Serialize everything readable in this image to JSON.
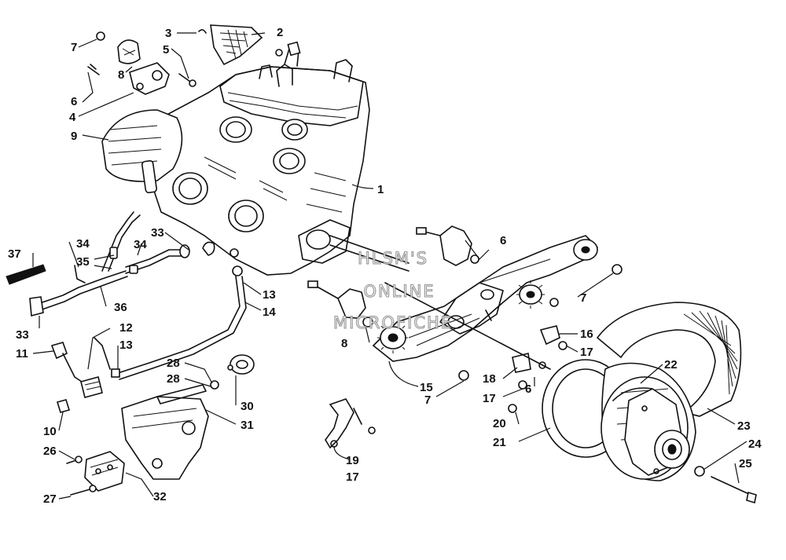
{
  "watermark": {
    "line1": "HLSM'S",
    "line2": "ONLINE",
    "line3": "MICROFICHE"
  },
  "callouts": [
    {
      "id": "c1",
      "text": "1"
    },
    {
      "id": "c2",
      "text": "2"
    },
    {
      "id": "c3",
      "text": "3"
    },
    {
      "id": "c4",
      "text": "4"
    },
    {
      "id": "c5",
      "text": "5"
    },
    {
      "id": "c6a",
      "text": "6"
    },
    {
      "id": "c6b",
      "text": "6"
    },
    {
      "id": "c6c",
      "text": "6"
    },
    {
      "id": "c7a",
      "text": "7"
    },
    {
      "id": "c7b",
      "text": "7"
    },
    {
      "id": "c7c",
      "text": "7"
    },
    {
      "id": "c8a",
      "text": "8"
    },
    {
      "id": "c8b",
      "text": "8"
    },
    {
      "id": "c9",
      "text": "9"
    },
    {
      "id": "c10",
      "text": "10"
    },
    {
      "id": "c11",
      "text": "11"
    },
    {
      "id": "c12",
      "text": "12"
    },
    {
      "id": "c13a",
      "text": "13"
    },
    {
      "id": "c13b",
      "text": "13"
    },
    {
      "id": "c14",
      "text": "14"
    },
    {
      "id": "c15",
      "text": "15"
    },
    {
      "id": "c16",
      "text": "16"
    },
    {
      "id": "c17a",
      "text": "17"
    },
    {
      "id": "c17b",
      "text": "17"
    },
    {
      "id": "c17c",
      "text": "17"
    },
    {
      "id": "c18",
      "text": "18"
    },
    {
      "id": "c19",
      "text": "19"
    },
    {
      "id": "c20",
      "text": "20"
    },
    {
      "id": "c21",
      "text": "21"
    },
    {
      "id": "c22",
      "text": "22"
    },
    {
      "id": "c23",
      "text": "23"
    },
    {
      "id": "c24",
      "text": "24"
    },
    {
      "id": "c25",
      "text": "25"
    },
    {
      "id": "c26",
      "text": "26"
    },
    {
      "id": "c27",
      "text": "27"
    },
    {
      "id": "c28a",
      "text": "28"
    },
    {
      "id": "c28b",
      "text": "28"
    },
    {
      "id": "c30",
      "text": "30"
    },
    {
      "id": "c31",
      "text": "31"
    },
    {
      "id": "c32",
      "text": "32"
    },
    {
      "id": "c33a",
      "text": "33"
    },
    {
      "id": "c33b",
      "text": "33"
    },
    {
      "id": "c34a",
      "text": "34"
    },
    {
      "id": "c34b",
      "text": "34"
    },
    {
      "id": "c35",
      "text": "35"
    },
    {
      "id": "c36",
      "text": "36"
    },
    {
      "id": "c37",
      "text": "37"
    }
  ]
}
